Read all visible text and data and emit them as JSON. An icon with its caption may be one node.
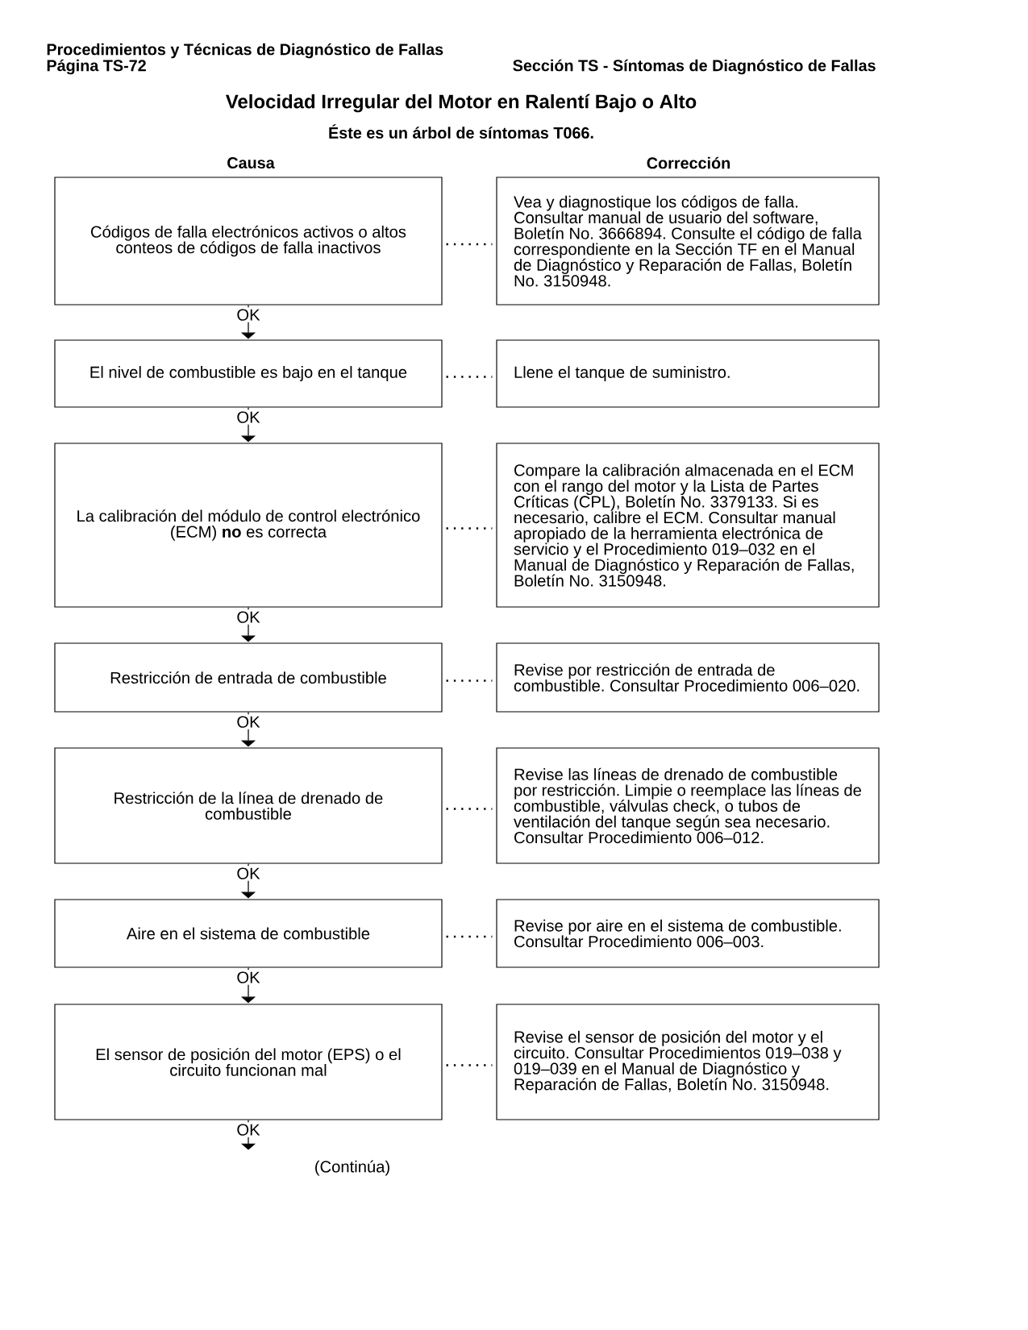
{
  "diagram": {
    "title": "Velocidad Irregular del Motor en Ralentí Bajo o Alto",
    "nodes": [
      {
        "text": [
          "Códigos de falla electrónicos activos o altos conteos de códigos de falla inactivos"
        ]
      },
      {
        "text": [
          "Vea y diagnostique los códigos de falla. Consultar manual de usuario del software, Boletín No. 3666894. Consulte el código de falla correspondiente en la Sección TF en el Manual de Diagnóstico y Reparación de Fallas, Boletín No. 3150948."
        ]
      },
      {
        "text": [
          "El nivel de combustible es bajo en el tanque"
        ]
      },
      {
        "text": [
          "Llene el tanque de suministro."
        ]
      },
      {
        "text": [
          "La calibración del módulo de control electrónico (ECM) **no** es correcta"
        ]
      },
      {
        "text": [
          "Compare la calibración almacenada en el ECM con el rango del motor y la Lista de Partes Críticas (CPL), Boletín No. 3379133. Si es necesario, calibre el ECM. Consultar manual apropiado de la herramienta electrónica de servicio y el Procedimiento 019–032 en el Manual de Diagnóstico y Reparación de Fallas, Boletín No. 3150948."
        ]
      },
      {
        "text": [
          "Restricción de entrada de combustible"
        ]
      },
      {
        "text": [
          "Revise por restricción de entrada de combustible. Consultar Procedimiento 006–020."
        ]
      },
      {
        "text": [
          "Restricción de la línea de drenado de combustible"
        ]
      },
      {
        "text": [
          "Revise las líneas de drenado de combustible por restricción. Limpie o reemplace las líneas de combustible, válvulas check, o tubos de ventilación del tanque según sea necesario. Consultar Procedimiento 006–012."
        ]
      },
      {
        "text": [
          "Aire en el sistema de combustible"
        ]
      },
      {
        "text": [
          "Revise por aire en el sistema de combustible. Consultar Procedimiento 006–003."
        ]
      },
      {
        "text": [
          "El sensor de posición del motor (EPS) o el circuito funcionan mal"
        ]
      },
      {
        "text": [
          "Revise el sensor de posición del motor y el circuito. Consultar Procedimientos 019–038 y 019–039 en el Manual de Diagnóstico y Reparación de Fallas, Boletín No. 3150948."
        ]
      }
    ],
    "edges": [
      {
        "from": 0,
        "to": 1,
        "arrow": "none",
        "style": "dashed"
      },
      {
        "from": 0,
        "to": 2,
        "arrow": "to",
        "label": "OK"
      },
      {
        "from": 2,
        "to": 3,
        "arrow": "none",
        "style": "dashed"
      },
      {
        "from": 2,
        "to": 4,
        "arrow": "to",
        "label": "OK"
      },
      {
        "from": 4,
        "to": 5,
        "arrow": "none",
        "style": "dashed"
      },
      {
        "from": 4,
        "to": 6,
        "arrow": "to",
        "label": "OK"
      },
      {
        "from": 6,
        "to": 7,
        "arrow": "none",
        "style": "dashed"
      },
      {
        "from": 6,
        "to": 8,
        "arrow": "to",
        "label": "OK"
      },
      {
        "from": 8,
        "to": 9,
        "arrow": "none",
        "style": "dashed"
      },
      {
        "from": 8,
        "to": 10,
        "arrow": "to",
        "label": "OK"
      },
      {
        "from": 10,
        "to": 11,
        "arrow": "none",
        "style": "dashed"
      },
      {
        "from": 10,
        "to": 12,
        "arrow": "to",
        "label": "OK"
      },
      {
        "from": 12,
        "to": 13,
        "arrow": "none",
        "style": "dashed"
      },
      {
        "from": 12,
        "to": null,
        "arrow": "to",
        "label": "OK"
      }
    ],
    "labels": [
      "Procedimientos y Técnicas de Diagnóstico de Fallas",
      "Página TS-72",
      "Sección TS - Síntomas de Diagnóstico de Fallas",
      "Éste es un árbol de síntomas T066.",
      "Causa",
      "Corrección",
      "(Continúa)"
    ]
  }
}
